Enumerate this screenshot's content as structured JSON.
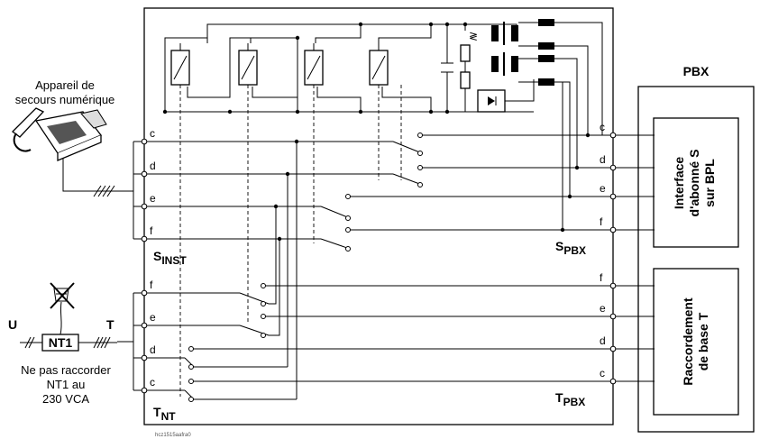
{
  "labels": {
    "backup_device": [
      "Appareil de",
      "secours numérique"
    ],
    "pbx": "PBX",
    "s_inst_main": "S",
    "s_inst_sub": "INST",
    "t_nt_main": "T",
    "t_nt_sub": "NT",
    "s_pbx_main": "S",
    "s_pbx_sub": "PBX",
    "t_pbx_main": "T",
    "t_pbx_sub": "PBX",
    "interface_bpl": [
      "Interface",
      "d'abonné S",
      "sur BPL"
    ],
    "raccordement": [
      "Raccordement",
      "de base T"
    ],
    "u": "U",
    "t": "T",
    "nt1": "NT1",
    "warning": [
      "Ne pas raccorder",
      "NT1 au",
      "230 VCA"
    ],
    "footer_code": "hcz1515aafra0"
  },
  "line_labels": {
    "left_s": [
      "c",
      "d",
      "e",
      "f"
    ],
    "left_t": [
      "f",
      "e",
      "d",
      "c"
    ],
    "right_s": [
      "c",
      "d",
      "e",
      "f"
    ],
    "right_t": [
      "f",
      "e",
      "d",
      "c"
    ]
  }
}
